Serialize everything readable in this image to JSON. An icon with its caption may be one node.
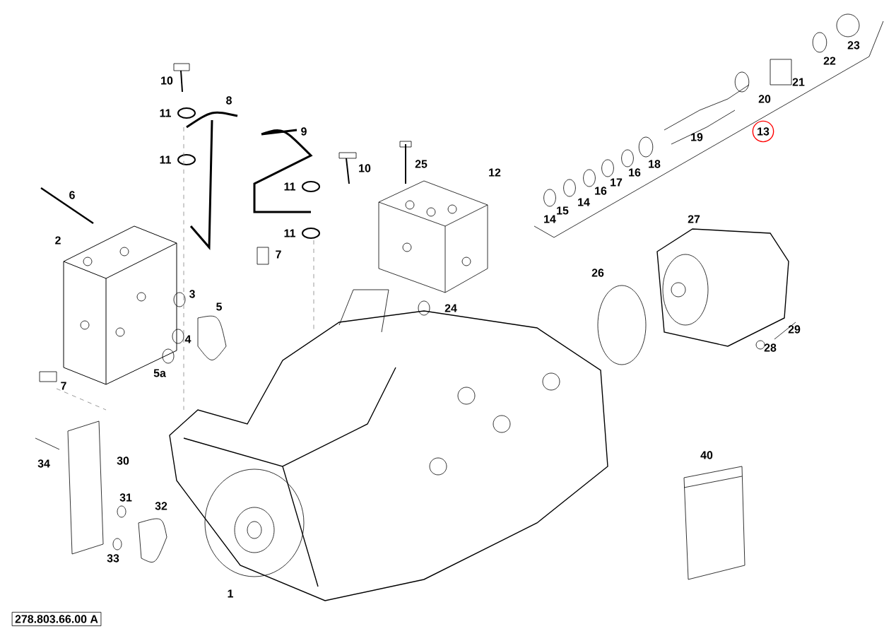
{
  "diagram": {
    "nodes": [
      {
        "text": [
          "13"
        ]
      },
      {
        "text": [
          "278.803.66.00 A"
        ]
      }
    ],
    "labels": [
      "23",
      "22",
      "10",
      "8",
      "21",
      "20",
      "11",
      "9",
      "19",
      "11",
      "25",
      "18",
      "10",
      "12",
      "16",
      "17",
      "11",
      "16",
      "6",
      "14",
      "15",
      "14",
      "27",
      "11",
      "2",
      "7",
      "26",
      "3",
      "5",
      "24",
      "29",
      "4",
      "28",
      "5a",
      "7",
      "40",
      "34",
      "30",
      "31",
      "32",
      "33",
      "1"
    ]
  }
}
